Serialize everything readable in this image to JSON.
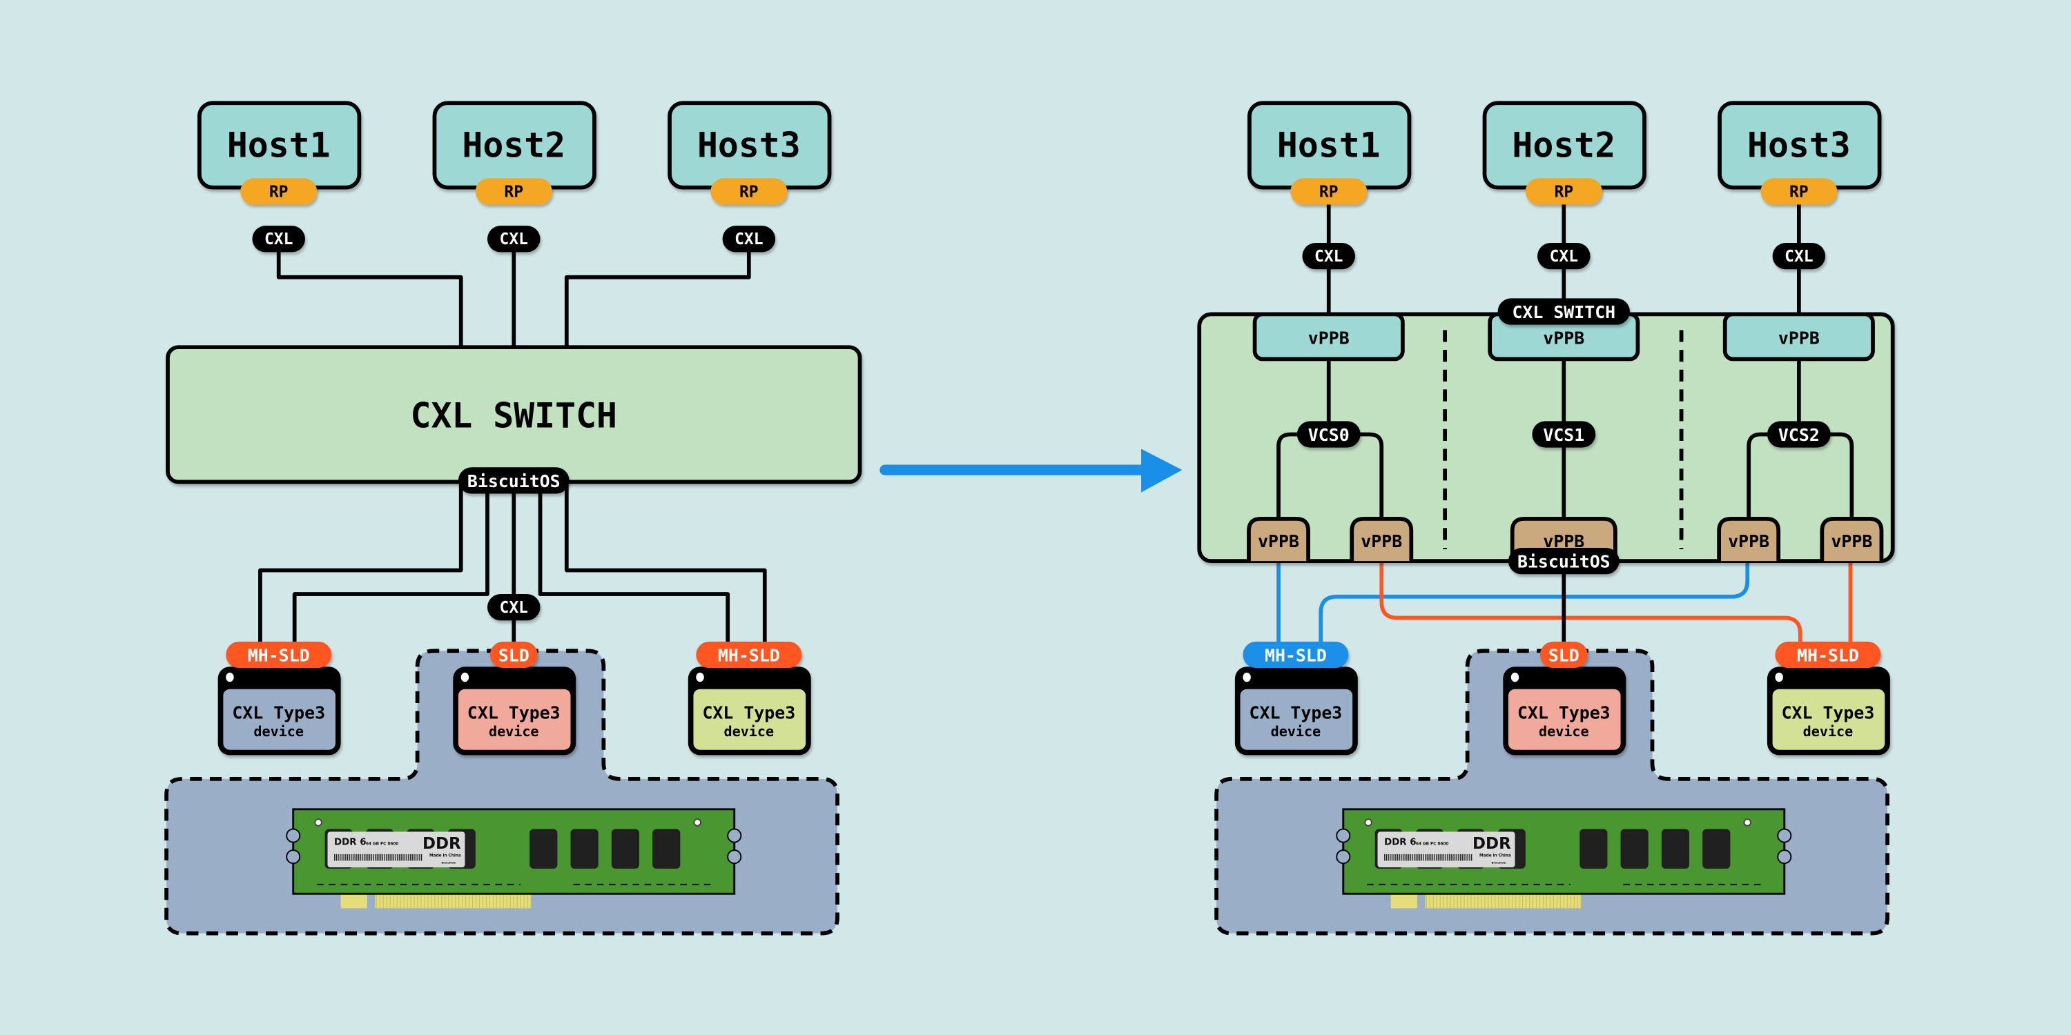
{
  "colors": {
    "background": "#d2e7e8",
    "host": "#9dd8d4",
    "switch": "#c1e1c1",
    "root_port": "#f5a623",
    "tag_orange": "#ff5722",
    "tag_blue": "#1a8fe8",
    "arrow": "#1a8fe8",
    "downstream_vppb": "#cba97f",
    "device_blue": "#9aaec8",
    "device_red": "#f1a99b",
    "device_green": "#d3e196",
    "memory_pool": "#9aaec8",
    "ddr_pcb": "#4a9631"
  },
  "left": {
    "hosts": [
      {
        "name": "Host1",
        "port": "RP",
        "link": "CXL"
      },
      {
        "name": "Host2",
        "port": "RP",
        "link": "CXL"
      },
      {
        "name": "Host3",
        "port": "RP",
        "link": "CXL"
      }
    ],
    "switch_label": "CXL SWITCH",
    "switch_tag": "BiscuitOS",
    "downstream_link": "CXL",
    "devices": [
      {
        "tag": "MH-SLD",
        "title": "CXL Type3",
        "subtitle": "device"
      },
      {
        "tag": "SLD",
        "title": "CXL Type3",
        "subtitle": "device"
      },
      {
        "tag": "MH-SLD",
        "title": "CXL Type3",
        "subtitle": "device"
      }
    ]
  },
  "right": {
    "hosts": [
      {
        "name": "Host1",
        "port": "RP",
        "link": "CXL"
      },
      {
        "name": "Host2",
        "port": "RP",
        "link": "CXL"
      },
      {
        "name": "Host3",
        "port": "RP",
        "link": "CXL"
      }
    ],
    "switch_label": "CXL SWITCH",
    "switch_tag": "BiscuitOS",
    "vppb": "vPPB",
    "vcs": [
      "VCS0",
      "VCS1",
      "VCS2"
    ],
    "devices": [
      {
        "tag": "MH-SLD",
        "title": "CXL Type3",
        "subtitle": "device"
      },
      {
        "tag": "SLD",
        "title": "CXL Type3",
        "subtitle": "device"
      },
      {
        "tag": "MH-SLD",
        "title": "CXL Type3",
        "subtitle": "device"
      }
    ]
  },
  "ddr": {
    "label": "DDR 6",
    "spec": "64 GB PC 8600",
    "brand": "DDR",
    "origin": "Made in China",
    "maker": "BiscuitOS"
  }
}
